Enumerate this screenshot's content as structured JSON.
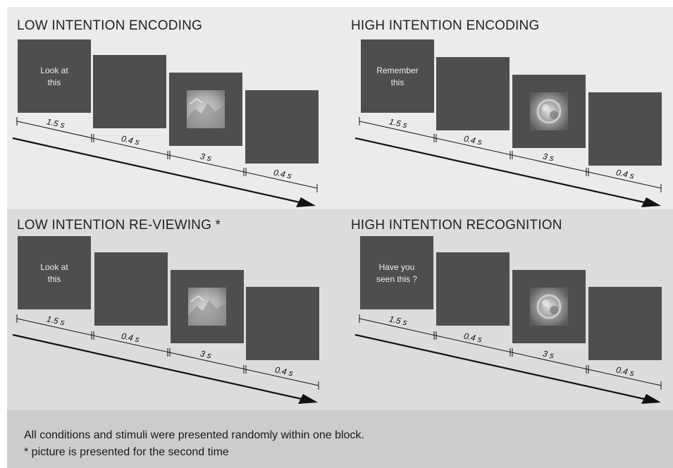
{
  "panels": [
    {
      "title": "LOW INTENTION ENCODING",
      "cue": "Look at\nthis",
      "stimulus": "landscape",
      "durations": [
        "1.5 s",
        "0.4 s",
        "3 s",
        "0.4 s"
      ]
    },
    {
      "title": "HIGH INTENTION ENCODING",
      "cue": "Remember\nthis",
      "stimulus": "textured",
      "durations": [
        "1.5 s",
        "0.4 s",
        "3 s",
        "0.4 s"
      ]
    },
    {
      "title": "LOW INTENTION RE-VIEWING *",
      "cue": "Look at\nthis",
      "stimulus": "landscape",
      "durations": [
        "1.5 s",
        "0.4 s",
        "3 s",
        "0.4 s"
      ]
    },
    {
      "title": "HIGH INTENTION RECOGNITION",
      "cue": "Have you\nseen this ?",
      "stimulus": "textured",
      "durations": [
        "1.5 s",
        "0.4 s",
        "3 s",
        "0.4 s"
      ]
    }
  ],
  "footer": {
    "line1": "All conditions and stimuli were presented randomly within one block.",
    "line2": "* picture is presented for the second time"
  },
  "colors": {
    "band_top": "#ebebeb",
    "band_mid": "#dcdcdc",
    "band_footer": "#cccccc",
    "screen": "#4e4e4e",
    "cue_text": "#ededed"
  }
}
